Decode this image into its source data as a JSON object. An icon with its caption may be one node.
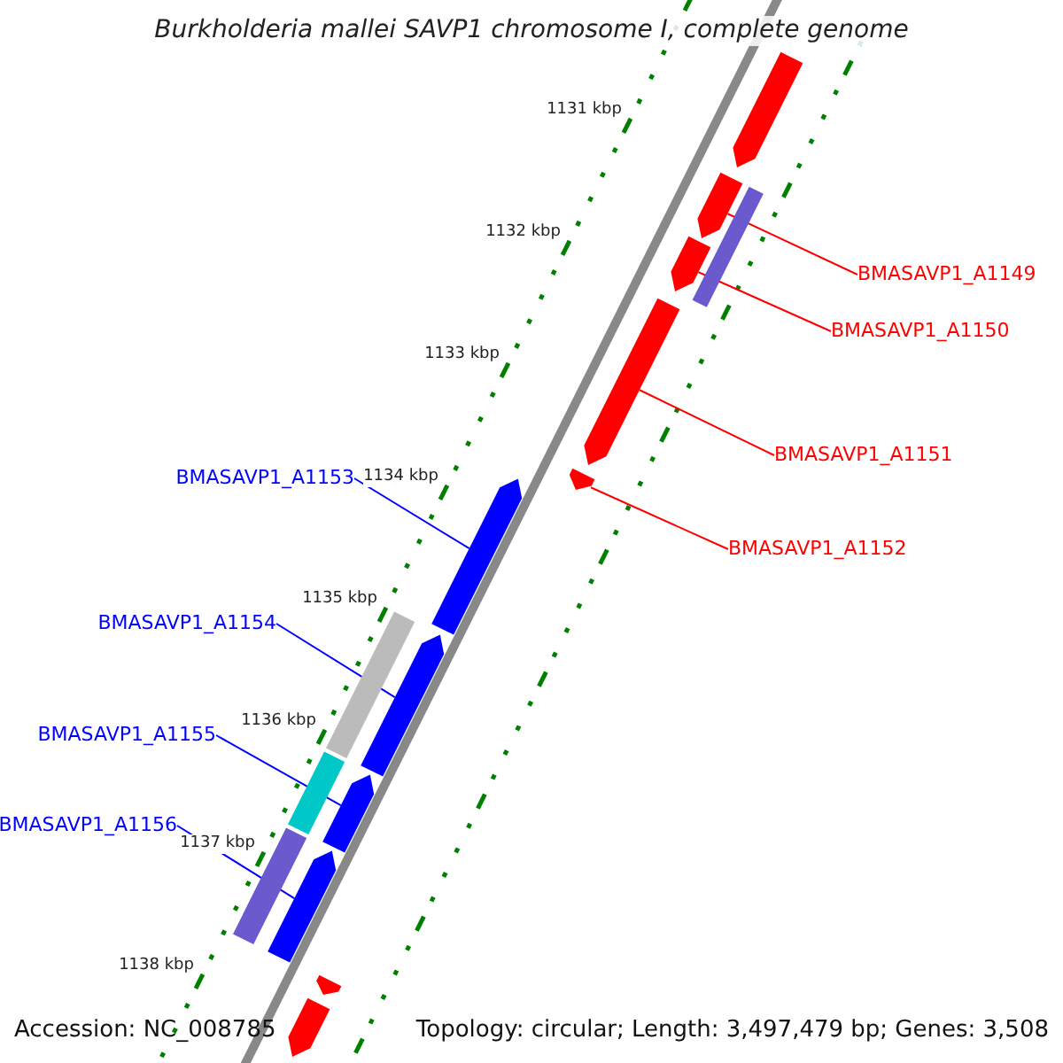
{
  "diagram": {
    "title": "Burkholderia mallei SAVP1 chromosome I, complete genome",
    "nodes": [
      {
        "text": [
          "BMASAVP1_A1149"
        ]
      },
      {
        "text": [
          "BMASAVP1_A1150"
        ]
      },
      {
        "text": [
          "BMASAVP1_A1151"
        ]
      },
      {
        "text": [
          "BMASAVP1_A1152"
        ]
      },
      {
        "text": [
          "BMASAVP1_A1153"
        ]
      },
      {
        "text": [
          "BMASAVP1_A1154"
        ]
      },
      {
        "text": [
          "BMASAVP1_A1155"
        ]
      },
      {
        "text": [
          "BMASAVP1_A1156"
        ]
      },
      {
        "text": [],
        "shape": "arrow"
      },
      {
        "text": [],
        "shape": "arrow"
      },
      {
        "text": [],
        "shape": "arrow"
      },
      {
        "text": [],
        "shape": "arrow"
      },
      {
        "text": [],
        "shape": "arrow"
      },
      {
        "text": [],
        "shape": "arrow"
      },
      {
        "text": [],
        "shape": "arrow"
      },
      {
        "text": [],
        "shape": "arrow"
      },
      {
        "text": [],
        "shape": "arrow"
      },
      {
        "text": [],
        "shape": "bar"
      },
      {
        "text": [],
        "shape": "bar"
      },
      {
        "text": [],
        "shape": "bar"
      },
      {
        "text": [],
        "shape": "bar"
      },
      {
        "text": [],
        "shape": "arrow"
      },
      {
        "text": [],
        "shape": "arrow"
      }
    ],
    "edges": [
      {
        "from": 0,
        "to": 8,
        "arrow": "none",
        "color": "#ff0000"
      },
      {
        "from": 1,
        "to": 9,
        "arrow": "none",
        "color": "#ff0000"
      },
      {
        "from": 2,
        "to": 10,
        "arrow": "none",
        "color": "#ff0000"
      },
      {
        "from": 3,
        "to": 11,
        "arrow": "none",
        "color": "#ff0000"
      },
      {
        "from": 4,
        "to": 12,
        "arrow": "none",
        "color": "#0000ff"
      },
      {
        "from": 5,
        "to": 13,
        "arrow": "none",
        "color": "#0000ff"
      },
      {
        "from": 6,
        "to": 14,
        "arrow": "none",
        "color": "#0000ff"
      },
      {
        "from": 7,
        "to": 15,
        "arrow": "none",
        "color": "#0000ff"
      }
    ],
    "labels": [
      "1131 kbp",
      "1132 kbp",
      "1133 kbp",
      "1134 kbp",
      "1135 kbp",
      "1136 kbp",
      "1137 kbp",
      "1138 kbp",
      "Accession: NC_008785",
      "Topology: circular; Length: 3,497,479 bp; Genes: 3,508"
    ]
  }
}
